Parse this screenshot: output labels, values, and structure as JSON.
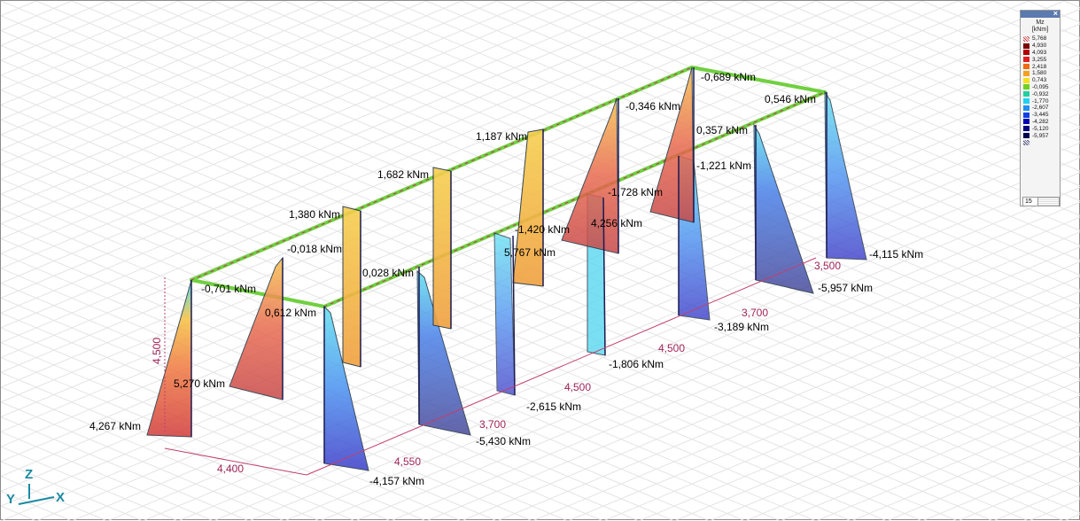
{
  "view": {
    "result_type": "Mz [kNm]",
    "axes": {
      "z": "Z",
      "y": "Y",
      "x": "X"
    }
  },
  "legend": {
    "title_line1": "Mz",
    "title_line2": "[kNm]",
    "close_symbol": "×",
    "entries": [
      {
        "value": "5,768",
        "color": "hatch-max"
      },
      {
        "value": "4,930",
        "color": "#7a0000"
      },
      {
        "value": "4,093",
        "color": "#b00000"
      },
      {
        "value": "3,255",
        "color": "#e02020"
      },
      {
        "value": "2,418",
        "color": "#f06a10"
      },
      {
        "value": "1,580",
        "color": "#f5a020"
      },
      {
        "value": "0,743",
        "color": "#f5e020"
      },
      {
        "value": "-0,095",
        "color": "#70d020"
      },
      {
        "value": "-0,932",
        "color": "#20d0a0"
      },
      {
        "value": "-1,770",
        "color": "#20d0f0"
      },
      {
        "value": "-2,607",
        "color": "#2090f0"
      },
      {
        "value": "-3,445",
        "color": "#1040e0"
      },
      {
        "value": "-4,282",
        "color": "#0000b0"
      },
      {
        "value": "-5,120",
        "color": "#000080"
      },
      {
        "value": "-5,957",
        "color": "#000050"
      },
      {
        "value": "",
        "color": "hatch-min"
      }
    ],
    "levels": "15"
  },
  "moment_labels": [
    "-0,689 kNm",
    "0,546 kNm",
    "-0,346 kNm",
    "0,357 kNm",
    "1,187 kNm",
    "-1,221 kNm",
    "1,682 kNm",
    "-1,728 kNm",
    "4,256 kNm",
    "1,380 kNm",
    "-1,420 kNm",
    "-0,018 kNm",
    "5,767 kNm",
    "0,028 kNm",
    "-0,701 kNm",
    "0,612 kNm",
    "5,270 kNm",
    "4,267 kNm",
    "-4,115 kNm",
    "-5,957 kNm",
    "-3,189 kNm",
    "-1,806 kNm",
    "-2,615 kNm",
    "-5,430 kNm",
    "-4,157 kNm"
  ],
  "dimension_labels": [
    "4,500",
    "4,400",
    "4,550",
    "3,700",
    "4,500",
    "4,500",
    "3,700",
    "3,500"
  ]
}
